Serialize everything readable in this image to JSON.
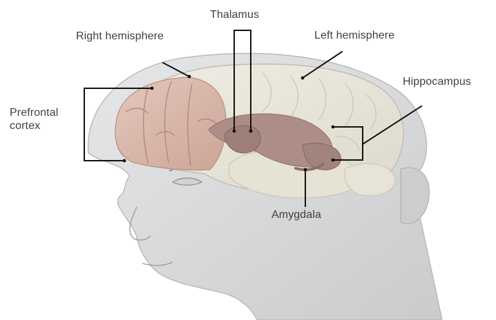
{
  "labels": {
    "thalamus": "Thalamus",
    "right_hemisphere": "Right hemisphere",
    "left_hemisphere": "Left hemisphere",
    "hippocampus": "Hippocampus",
    "prefrontal_cortex": "Prefrontal cortex",
    "amygdala": "Amygdala"
  },
  "colors": {
    "head_fill": "#d9dadb",
    "head_shadow": "#bfc1c3",
    "brain_fill": "#e8e6da",
    "prefrontal_fill": "#d9b8ac",
    "limbic_fill": "#a98b84",
    "line_color": "#111111"
  }
}
